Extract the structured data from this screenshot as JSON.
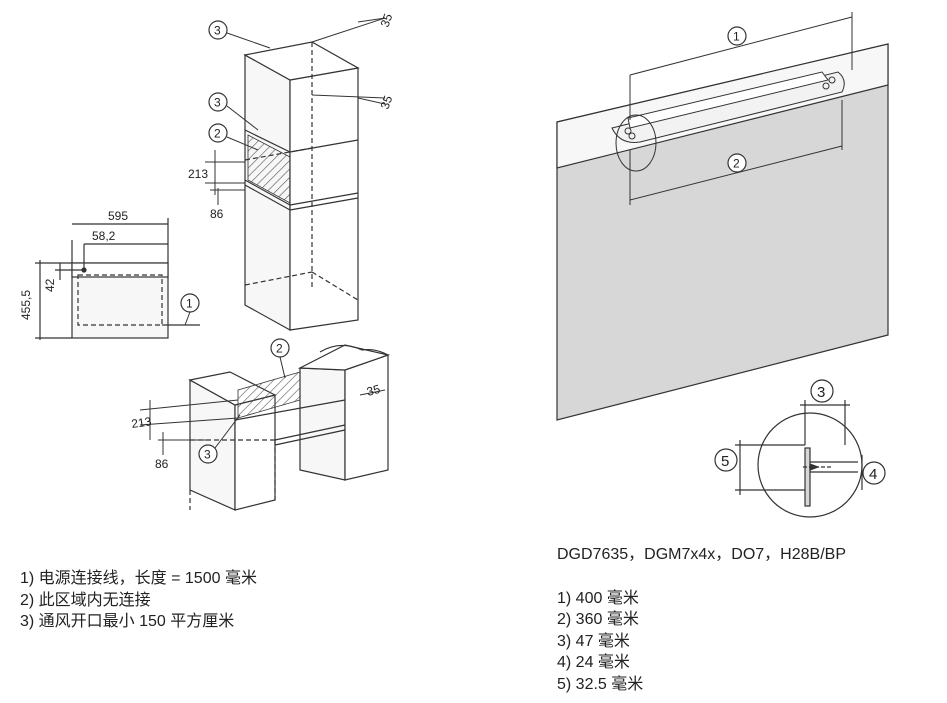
{
  "dims_left": {
    "w595": "595",
    "w582": "58,2",
    "h4555": "455,5",
    "h42": "42",
    "d35a": "35",
    "d35b": "35",
    "d35c": "35",
    "d213a": "213",
    "d86a": "86",
    "d213b": "213",
    "d86b": "86"
  },
  "callouts": {
    "c1": "1",
    "c2": "2",
    "c3": "3"
  },
  "legend_left": [
    "1) 电源连接线，长度 = 1500 毫米",
    "2) 此区域内无连接",
    "3) 通风开口最小 150 平方厘米"
  ],
  "models": "DGD7635，DGM7x4x，DO7，H28B/BP",
  "legend_right": [
    "1) 400 毫米",
    "2) 360 毫米",
    "3) 47 毫米",
    "4) 24 毫米",
    "5) 32.5 毫米"
  ]
}
